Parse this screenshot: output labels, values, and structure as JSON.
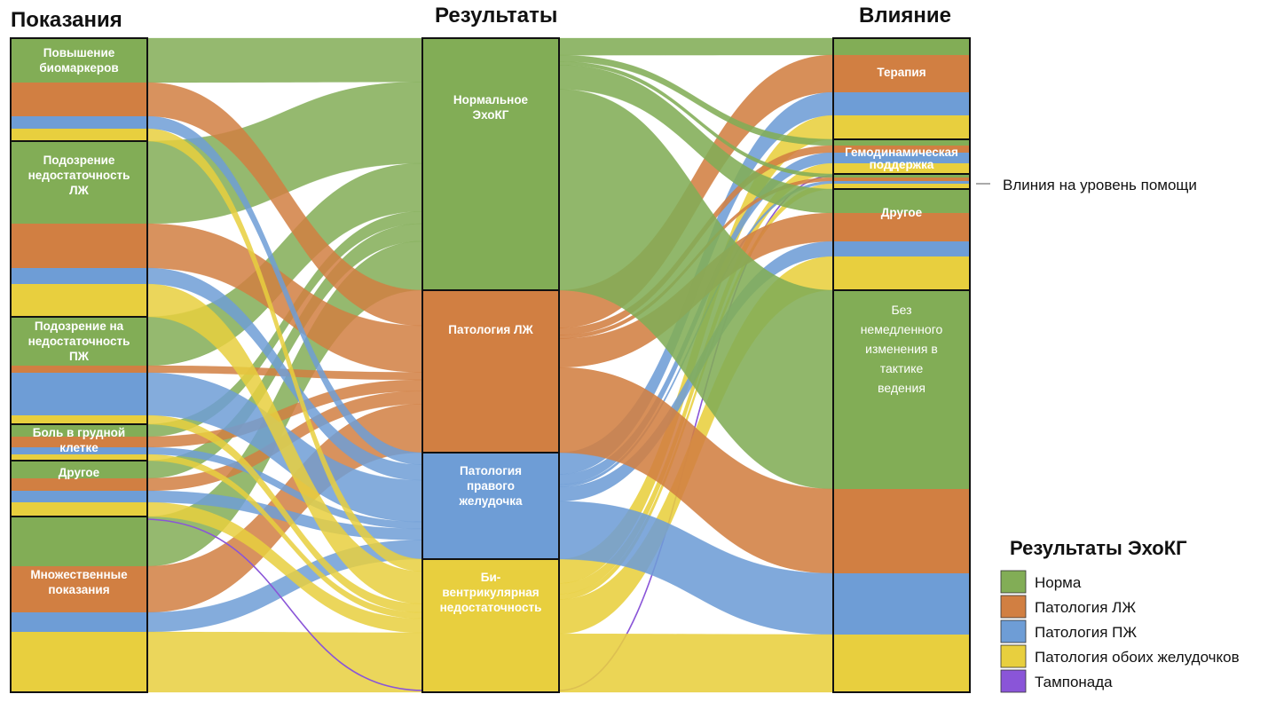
{
  "columns": {
    "left": "Показания",
    "middle": "Результаты",
    "right": "Влияние"
  },
  "colors": {
    "norm": "#82AD56",
    "lv": "#D17F42",
    "rv": "#6E9DD6",
    "biv": "#E8CF3E",
    "tamp": "#8A55D8"
  },
  "left_nodes": [
    {
      "key": "bio",
      "label": "Повышение биомаркеров"
    },
    {
      "key": "lvs",
      "label": "Подозрение недостаточность ЛЖ"
    },
    {
      "key": "rvs",
      "label": "Подозрение на недостаточность ПЖ"
    },
    {
      "key": "chest",
      "label": "Боль в грудной клетке"
    },
    {
      "key": "other",
      "label": "Другое"
    },
    {
      "key": "multi",
      "label": "Множественные показания"
    }
  ],
  "middle_nodes": [
    {
      "key": "norm",
      "label": "Нормальное ЭхоКГ"
    },
    {
      "key": "lv",
      "label": "Патология ЛЖ"
    },
    {
      "key": "rv",
      "label": "Патология правого желудочка"
    },
    {
      "key": "biv",
      "label": "Би-вентрикулярная недостаточность"
    }
  ],
  "right_nodes": [
    {
      "key": "ther",
      "label": "Терапия"
    },
    {
      "key": "hemo",
      "label": "Гемодинамическая поддержка"
    },
    {
      "key": "care",
      "label": ""
    },
    {
      "key": "oth",
      "label": "Другое"
    },
    {
      "key": "none",
      "label": "Без немедленного изменения в тактике ведения"
    }
  ],
  "annotation": "Влиния на уровень помощи",
  "legend": {
    "title": "Результаты ЭхоКГ",
    "items": [
      {
        "key": "norm",
        "label": "Норма"
      },
      {
        "key": "lv",
        "label": "Патология ЛЖ"
      },
      {
        "key": "rv",
        "label": "Патология ПЖ"
      },
      {
        "key": "biv",
        "label": "Патология обоих желудочков"
      },
      {
        "key": "tamp",
        "label": "Тампонада"
      }
    ]
  }
}
